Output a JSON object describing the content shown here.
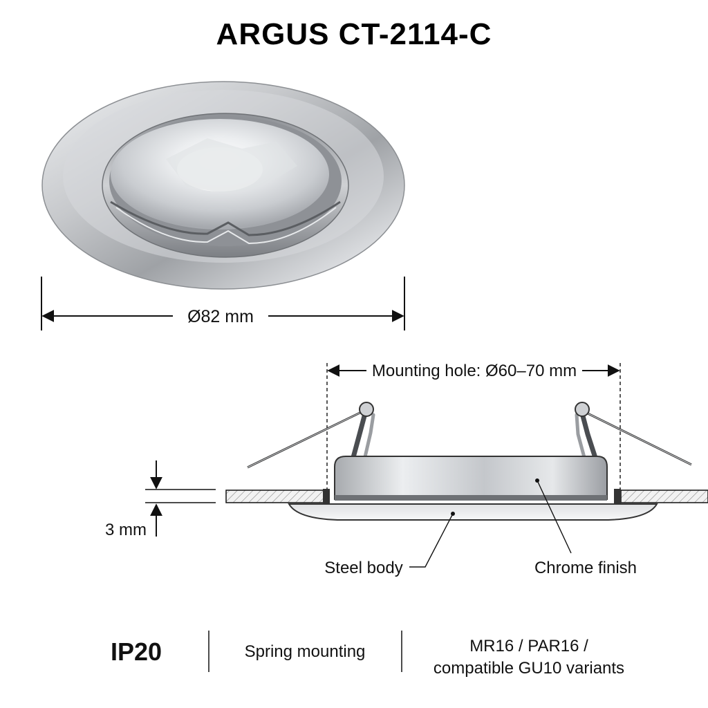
{
  "title": "ARGUS CT-2114-C",
  "dimensions": {
    "diameter": "Ø82 mm",
    "mounting_hole": "Mounting hole: Ø60–70 mm",
    "thickness": "3 mm"
  },
  "callouts": {
    "steel_body": "Steel body",
    "chrome_finish": "Chrome finish"
  },
  "specs": {
    "ip_rating": "IP20",
    "mounting": "Spring mounting",
    "lamp_line1": "MR16 / PAR16 /",
    "lamp_line2": "compatible GU10 variants"
  },
  "colors": {
    "chrome": "#c9cbce",
    "ink": "#111111"
  }
}
